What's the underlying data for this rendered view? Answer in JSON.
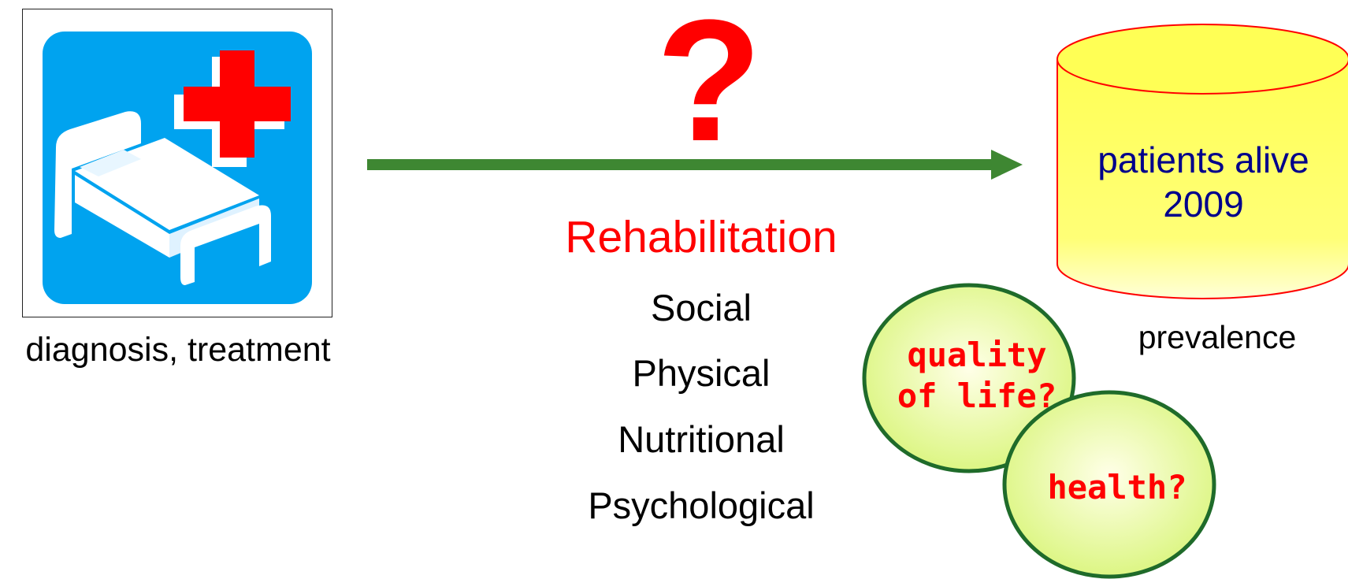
{
  "left_node": {
    "icon": "hospital-bed-icon",
    "caption": "diagnosis, treatment",
    "colors": {
      "background": "#00a3ef",
      "cross": "#ff0000",
      "bed": "#ffffff"
    }
  },
  "arrow": {
    "question_mark": "?",
    "color": "#3e8732"
  },
  "rehabilitation": {
    "title": "Rehabilitation",
    "items": [
      "Social",
      "Physical",
      "Nutritional",
      "Psychological"
    ]
  },
  "right_node": {
    "shape": "cylinder-icon",
    "label_line1": "patients alive",
    "label_line2": "2009",
    "caption": "prevalence",
    "colors": {
      "fill": "#ffff66",
      "stroke": "#ff0000",
      "text": "#00008b"
    }
  },
  "bubbles": [
    {
      "line1": "quality",
      "line2": "of life?"
    },
    {
      "line1": "health?"
    }
  ]
}
